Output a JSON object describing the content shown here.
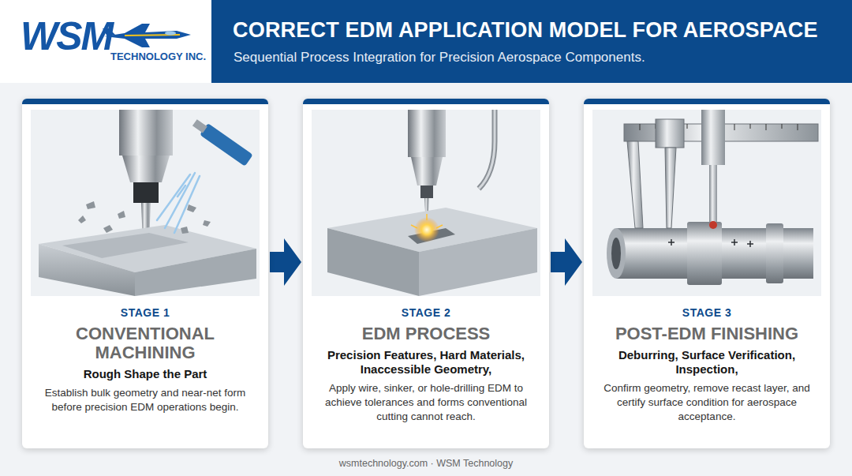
{
  "diagram": {
    "title": "CORRECT EDM APPLICATION MODEL FOR AEROSPACE",
    "caption": "Sequential Process Integration for Precision Aerospace Components.",
    "nodes": [
      {
        "text": [
          "STAGE 1",
          "CONVENTIONAL MACHINING",
          "Rough Shape the Part",
          "Establish bulk geometry and near-net form before precision EDM operations begin."
        ]
      },
      {
        "text": [
          "STAGE 2",
          "EDM PROCESS",
          "Precision Features, Hard Materials, Inaccessible Geometry,",
          "Apply wire, sinker, or hole-drilling EDM to achieve tolerances and forms conventional cutting cannot reach."
        ]
      },
      {
        "text": [
          "STAGE 3",
          "POST-EDM FINISHING",
          "Deburring, Surface Verification, Inspection,",
          "Confirm geometry, remove recast layer, and certify surface condition for aerospace acceptance."
        ]
      }
    ],
    "edges": [
      {
        "from": 0,
        "to": 1,
        "arrow": "to"
      },
      {
        "from": 1,
        "to": 2,
        "arrow": "to"
      }
    ],
    "labels": [
      "WSM",
      "TECHNOLOGY INC.",
      "wsmtechnology.com · WSM Technology"
    ]
  }
}
